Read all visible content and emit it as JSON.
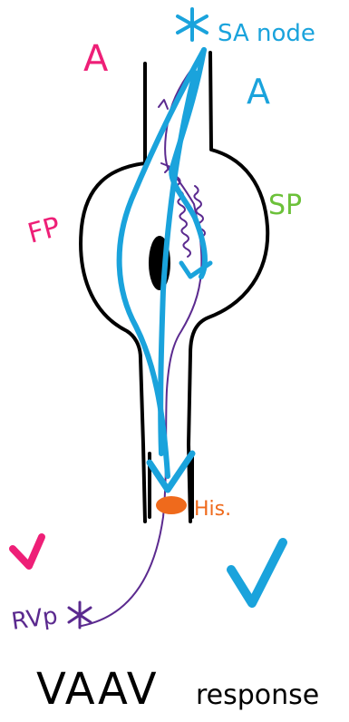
{
  "labels": {
    "sa_node": "SA node",
    "atrium_left": "A",
    "atrium_right": "A",
    "fast_pathway": "FP",
    "slow_pathway": "SP",
    "his": "His.",
    "rv_pacing": "RVp",
    "title_main": "VAAV",
    "title_sub": "response"
  },
  "colors": {
    "outline": "#000000",
    "cyan": "#1aa3dc",
    "magenta": "#ee1f77",
    "green": "#6cc13a",
    "orange": "#ef6a1c",
    "purple": "#5b2a8f"
  },
  "icons": {
    "sa_asterisk": "asterisk-icon",
    "rvp_asterisk": "asterisk-icon",
    "check_left": "checkmark-icon",
    "check_right": "checkmark-icon"
  }
}
